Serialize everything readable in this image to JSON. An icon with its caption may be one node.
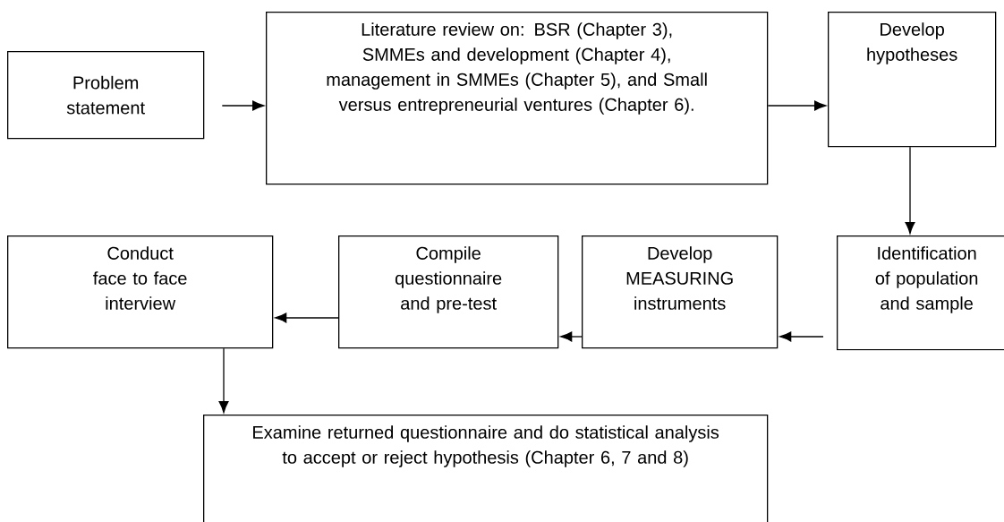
{
  "diagram": {
    "nodes": [
      {
        "text": [
          "Problem statement"
        ]
      },
      {
        "text": [
          "Literature review on: BSR (Chapter 3), SMMEs and development (Chapter 4), management in SMMEs (Chapter 5), and Small versus entrepreneurial ventures (Chapter 6)."
        ]
      },
      {
        "text": [
          "Develop hypotheses"
        ]
      },
      {
        "text": [
          "Identification of population and sample"
        ]
      },
      {
        "text": [
          "Develop MEASURING instruments"
        ]
      },
      {
        "text": [
          "Compile questionnaire and pre-test"
        ]
      },
      {
        "text": [
          "Conduct face to face interview"
        ]
      },
      {
        "text": [
          "Examine returned questionnaire and do statistical analysis to accept or reject hypothesis (Chapter 6, 7 and 8)"
        ]
      }
    ],
    "edges": [
      {
        "from": 0,
        "to": 1,
        "arrow": "to"
      },
      {
        "from": 1,
        "to": 2,
        "arrow": "to"
      },
      {
        "from": 2,
        "to": 3,
        "arrow": "to"
      },
      {
        "from": 3,
        "to": 4,
        "arrow": "to"
      },
      {
        "from": 4,
        "to": 5,
        "arrow": "to"
      },
      {
        "from": 5,
        "to": 6,
        "arrow": "to"
      },
      {
        "from": 6,
        "to": 7,
        "arrow": "to"
      }
    ]
  }
}
